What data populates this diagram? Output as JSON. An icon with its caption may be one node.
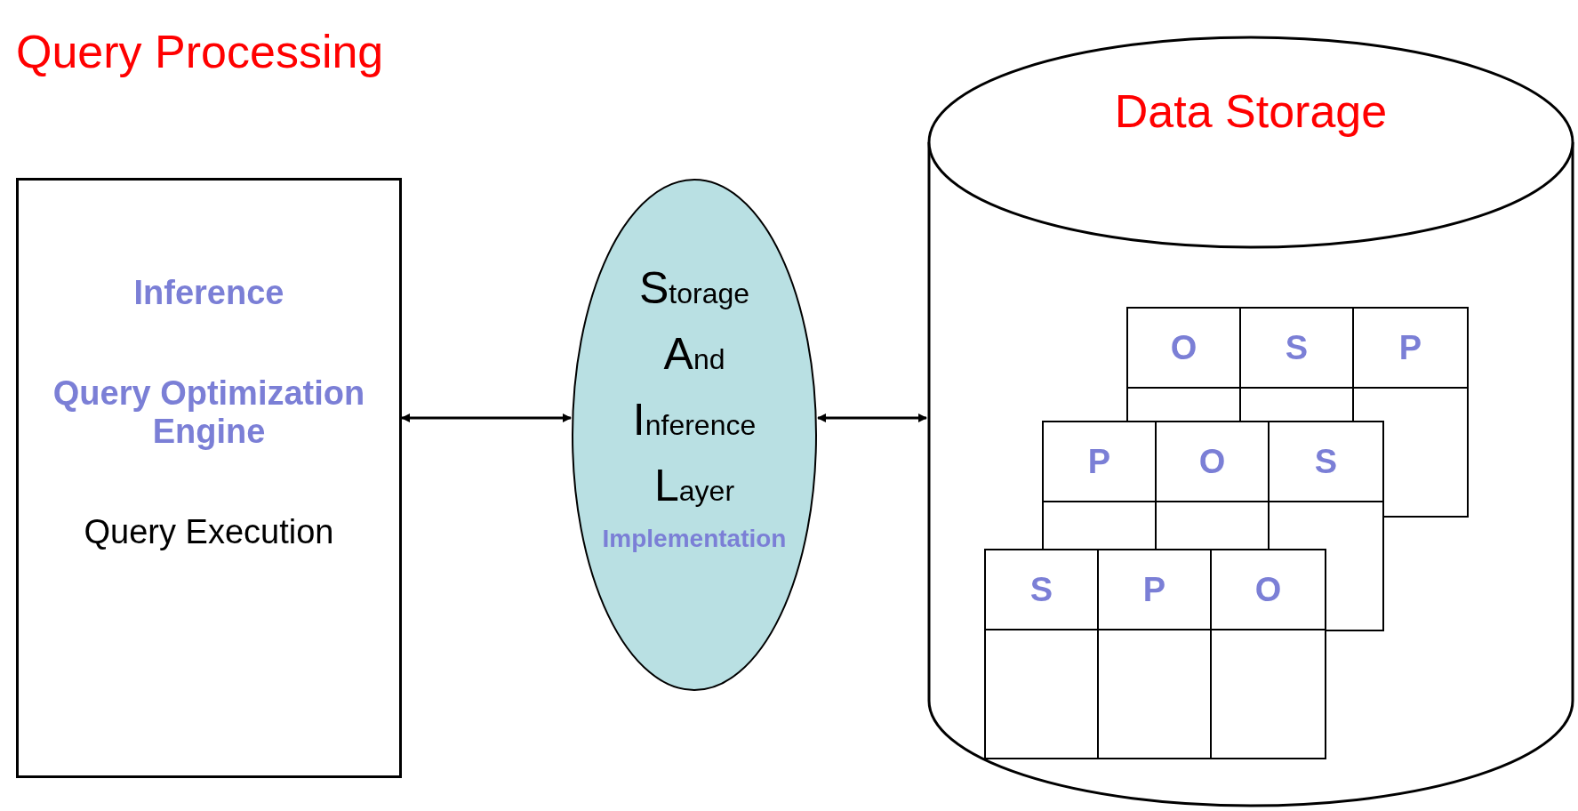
{
  "diagram": {
    "nodes": [
      {
        "text": [
          "Query Processing",
          "Inference",
          "Query Optimization Engine",
          "Query Execution"
        ]
      },
      {
        "text": [
          "Storage And Inference Layer",
          "Implementation"
        ]
      },
      {
        "text": [
          "Data Storage"
        ]
      },
      {
        "text": [
          "O",
          "S",
          "P"
        ],
        "in": 2
      },
      {
        "text": [
          "P",
          "O",
          "S"
        ],
        "in": 2
      },
      {
        "text": [
          "S",
          "P",
          "O"
        ],
        "in": 2
      }
    ],
    "edges": [
      {
        "from": 0,
        "to": 1,
        "arrow": "both"
      },
      {
        "from": 1,
        "to": 2,
        "arrow": "both"
      }
    ]
  }
}
